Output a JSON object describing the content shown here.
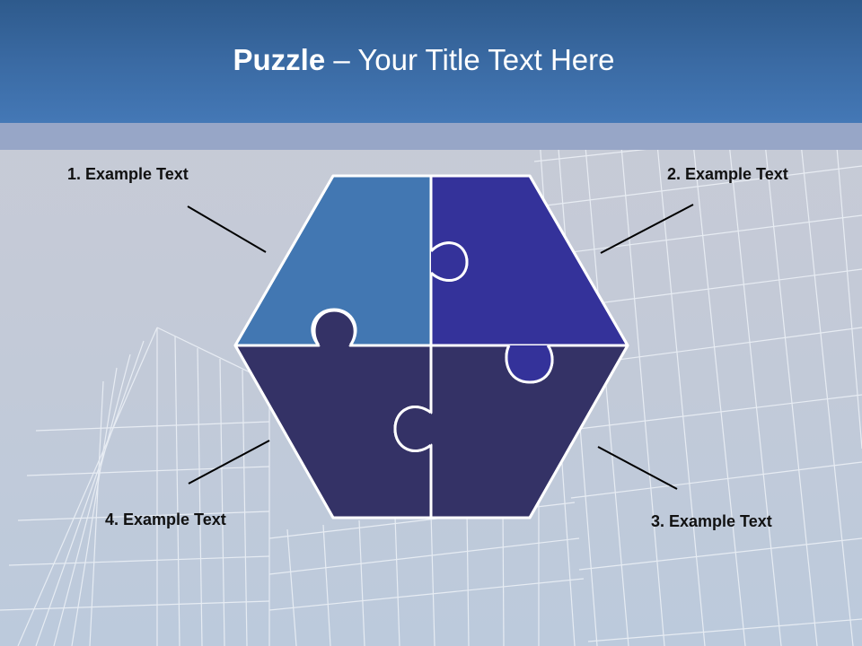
{
  "title": {
    "strong": "Puzzle",
    "rest": " – Your Title Text Here"
  },
  "labels": {
    "one": "1. Example Text",
    "two": "2. Example Text",
    "three": "3. Example Text",
    "four": "4. Example Text"
  },
  "colors": {
    "header": "#3a6aa3",
    "band": "#97a6c7",
    "piece_top_left": "#4277b2",
    "piece_top_right": "#34329a",
    "piece_bottom": "#343266",
    "outline": "#ffffff",
    "connector": "#000000"
  }
}
